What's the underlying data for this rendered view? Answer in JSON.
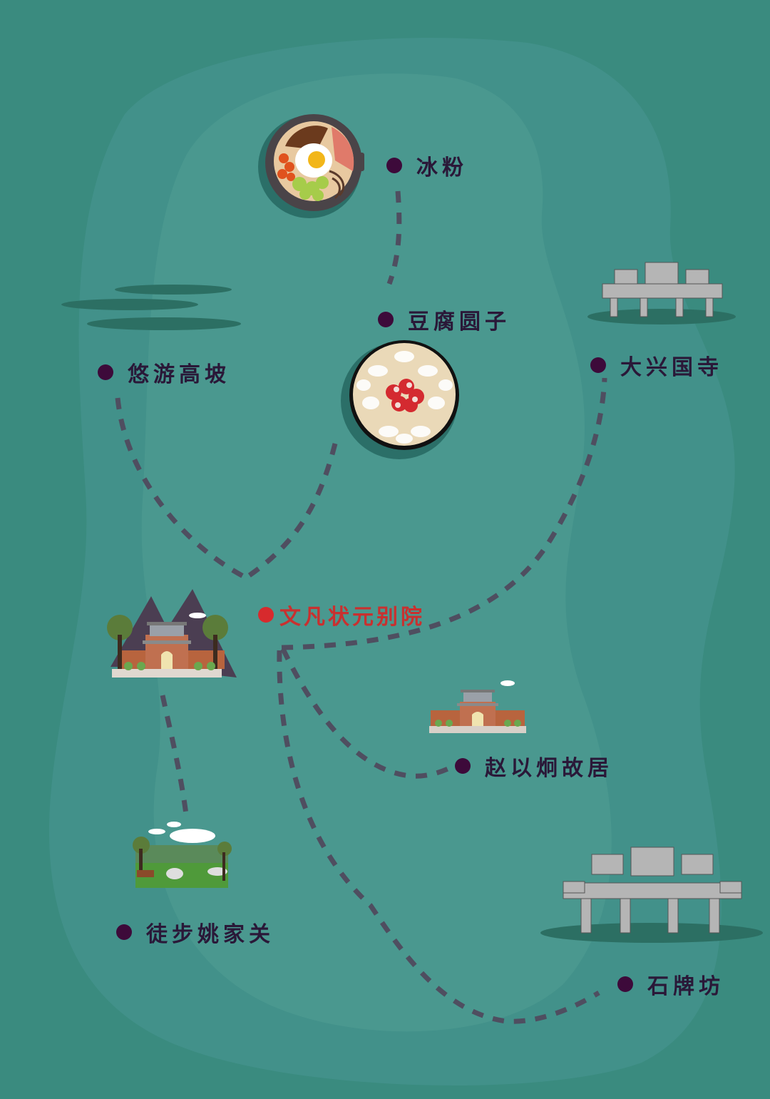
{
  "map": {
    "background_color": "#3a8b7f",
    "inner_land_color": "#4a988f",
    "route_color": "#4f4e60",
    "dot_color": "#3d0a3a",
    "main_dot_color": "#d72a2d",
    "main_label_color": "#c9302f",
    "label_color": "#2a1838"
  },
  "locations": [
    {
      "id": "bingfen",
      "label": "冰粉",
      "icon": "bibimbap-bowl-icon",
      "type": "food"
    },
    {
      "id": "doufu-yuanzi",
      "label": "豆腐圆子",
      "icon": "dessert-bowl-icon",
      "type": "food"
    },
    {
      "id": "youyou-gaopo",
      "label": "悠游高坡",
      "icon": "clouds-icon",
      "type": "scenic"
    },
    {
      "id": "daxingguo-si",
      "label": "大兴国寺",
      "icon": "memorial-archway-icon",
      "type": "temple"
    },
    {
      "id": "wenfan-zhuangyuan-bieyuan",
      "label": "文凡状元别院",
      "icon": "mountain-temple-icon",
      "type": "main"
    },
    {
      "id": "zhao-yijiong-guju",
      "label": "赵以炯故居",
      "icon": "courtyard-house-icon",
      "type": "residence"
    },
    {
      "id": "tubu-yaojiaguan",
      "label": "徒步姚家关",
      "icon": "forest-trail-icon",
      "type": "hiking"
    },
    {
      "id": "shipaifang",
      "label": "石牌坊",
      "icon": "stone-archway-icon",
      "type": "landmark"
    }
  ]
}
